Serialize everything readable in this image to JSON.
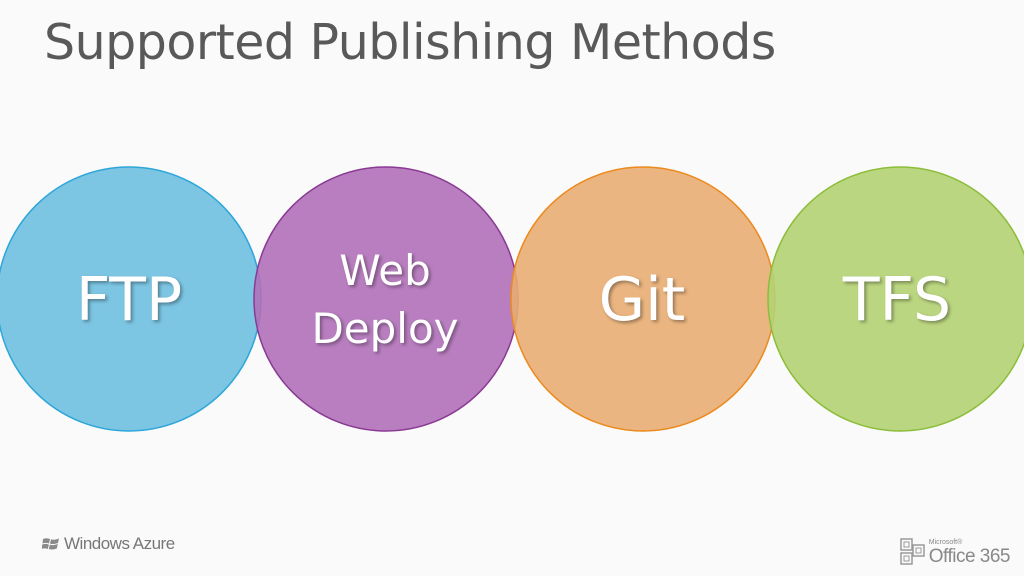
{
  "slide": {
    "title": "Supported Publishing Methods"
  },
  "methods": [
    {
      "id": "ftp",
      "lines": [
        "FTP"
      ],
      "fill": "#6ebfe0",
      "stroke": "#2ea6d9"
    },
    {
      "id": "web-deploy",
      "lines": [
        "Web",
        "Deploy"
      ],
      "fill": "#b070b8",
      "stroke": "#8a3a94"
    },
    {
      "id": "git",
      "lines": [
        "Git"
      ],
      "fill": "#e8ad72",
      "stroke": "#ec8a1e"
    },
    {
      "id": "tfs",
      "lines": [
        "TFS"
      ],
      "fill": "#b4d173",
      "stroke": "#8cbd3a"
    }
  ],
  "footer": {
    "left_brand": "Windows Azure",
    "left_icon": "windows-flag-icon",
    "right_brand_small": "Microsoft®",
    "right_brand": "Office 365",
    "right_icon": "office-logo-icon"
  }
}
